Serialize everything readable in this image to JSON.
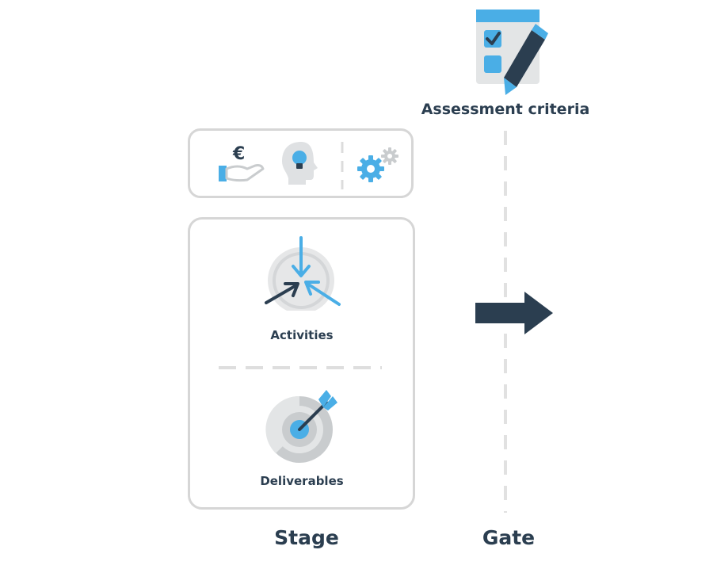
{
  "diagram": {
    "criteria_label": "Assessment criteria",
    "activities_label": "Activities",
    "deliverables_label": "Deliverables",
    "stage_label": "Stage",
    "gate_label": "Gate",
    "currency_symbol": "€"
  },
  "colors": {
    "navy": "#2b3e50",
    "blue": "#4aaee6",
    "light_gray": "#d6d6d6",
    "mid_gray": "#c9ccce"
  },
  "icons": [
    "clipboard-checklist-icon",
    "pencil-icon",
    "money-hand-icon",
    "head-lightbulb-icon",
    "gears-icon",
    "converging-arrows-icon",
    "target-dart-icon",
    "right-arrow-icon"
  ]
}
